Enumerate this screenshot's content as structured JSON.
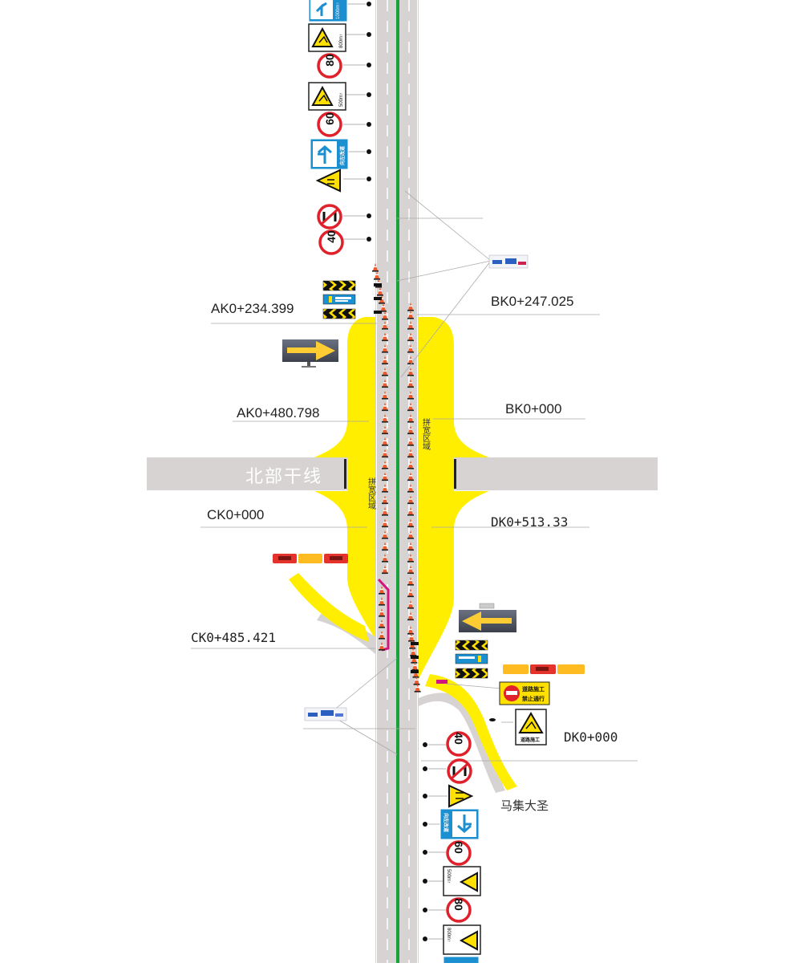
{
  "stations": {
    "ak_start": "AK0+234.399",
    "ak_end": "AK0+480.798",
    "bk_start": "BK0+247.025",
    "bk_end": "BK0+000",
    "ck_start": "CK0+000",
    "ck_end": "CK0+485.421",
    "dk_start": "DK0+513.33",
    "dk_end": "DK0+000"
  },
  "roads": {
    "cross_road": "北部干线",
    "side_road": "马集大圣"
  },
  "zones": {
    "widening_left": "拼宽区域",
    "widening_right": "拼宽区域"
  },
  "sign_text": {
    "speed_80": "80",
    "speed_60": "60",
    "speed_40": "40",
    "dist_1000": "1000m↑",
    "dist_800": "800m↑",
    "dist_500": "500m↑",
    "left_detour": "向左改道",
    "road_work": "道路施工",
    "no_entry": "禁止通行"
  },
  "colors": {
    "yellow": "#ffee00",
    "road": "#d6d3d2",
    "green_line": "#19a23c",
    "sign_blue": "#1b8fd0",
    "sign_red": "#e0202a",
    "magenta": "#d4157f"
  }
}
